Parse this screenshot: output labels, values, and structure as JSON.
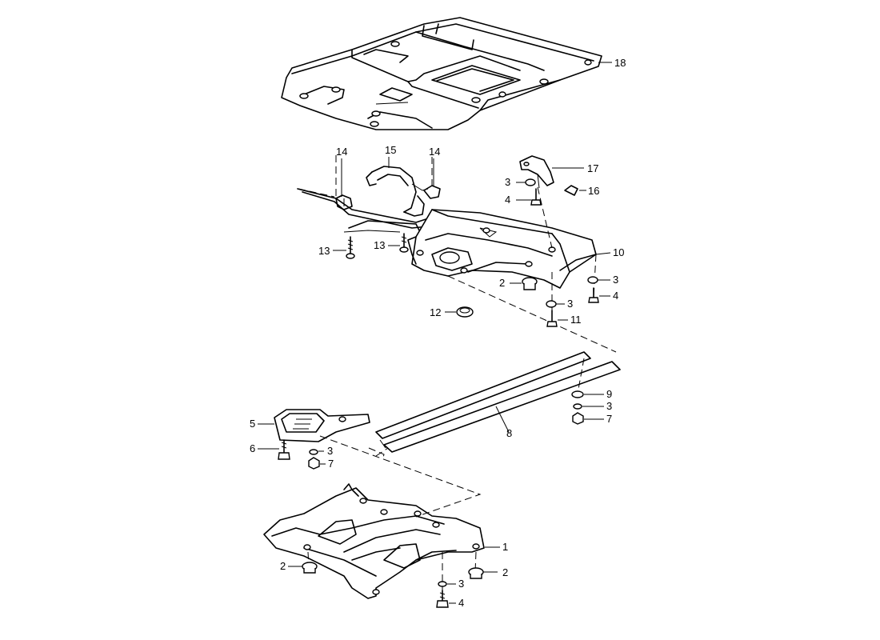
{
  "callouts": [
    {
      "id": "c18",
      "text": "18"
    },
    {
      "id": "c14a",
      "text": "14"
    },
    {
      "id": "c15",
      "text": "15"
    },
    {
      "id": "c14b",
      "text": "14"
    },
    {
      "id": "c17",
      "text": "17"
    },
    {
      "id": "c3a",
      "text": "3"
    },
    {
      "id": "c16",
      "text": "16"
    },
    {
      "id": "c4a",
      "text": "4"
    },
    {
      "id": "c13a",
      "text": "13"
    },
    {
      "id": "c13b",
      "text": "13"
    },
    {
      "id": "c10",
      "text": "10"
    },
    {
      "id": "c2a",
      "text": "2"
    },
    {
      "id": "c3b",
      "text": "3"
    },
    {
      "id": "c4b",
      "text": "4"
    },
    {
      "id": "c3c",
      "text": "3"
    },
    {
      "id": "c12",
      "text": "12"
    },
    {
      "id": "c11",
      "text": "11"
    },
    {
      "id": "c9",
      "text": "9"
    },
    {
      "id": "c3d",
      "text": "3"
    },
    {
      "id": "c7a",
      "text": "7"
    },
    {
      "id": "c8",
      "text": "8"
    },
    {
      "id": "c5",
      "text": "5"
    },
    {
      "id": "c6",
      "text": "6"
    },
    {
      "id": "c3e",
      "text": "3"
    },
    {
      "id": "c7b",
      "text": "7"
    },
    {
      "id": "c1",
      "text": "1"
    },
    {
      "id": "c2b",
      "text": "2"
    },
    {
      "id": "c2c",
      "text": "2"
    },
    {
      "id": "c3f",
      "text": "3"
    },
    {
      "id": "c4c",
      "text": "4"
    }
  ]
}
